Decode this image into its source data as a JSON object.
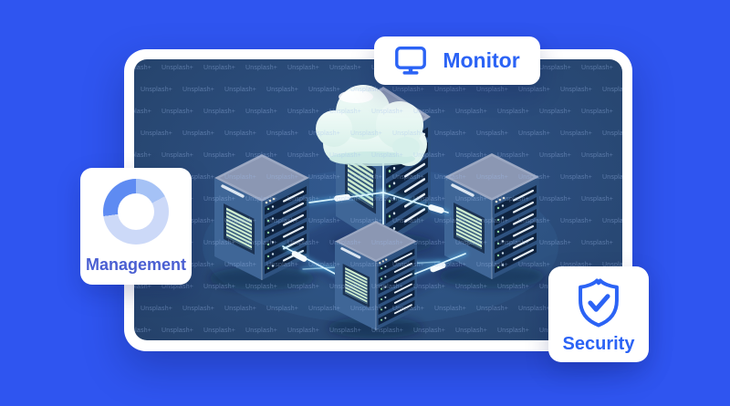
{
  "palette": {
    "background": "#2F55F0",
    "card_text_blue": "#2B63F5",
    "management_text": "#4A5FD2",
    "panel_center": "#30558C",
    "panel_mid": "#274670",
    "panel_edge": "#1C3154",
    "glow_cyan": "#BFEFFF",
    "donut_light": "#CCD9F8",
    "donut_medium": "#A5C2F6",
    "donut_dark": "#5E8BF2"
  },
  "cards": {
    "monitor": {
      "label": "Monitor",
      "icon": "monitor-icon"
    },
    "management": {
      "label": "Management",
      "icon": "donut-chart-icon"
    },
    "security": {
      "label": "Security",
      "icon": "shield-check-icon"
    }
  },
  "watermark": {
    "text": "Unsplash+"
  }
}
